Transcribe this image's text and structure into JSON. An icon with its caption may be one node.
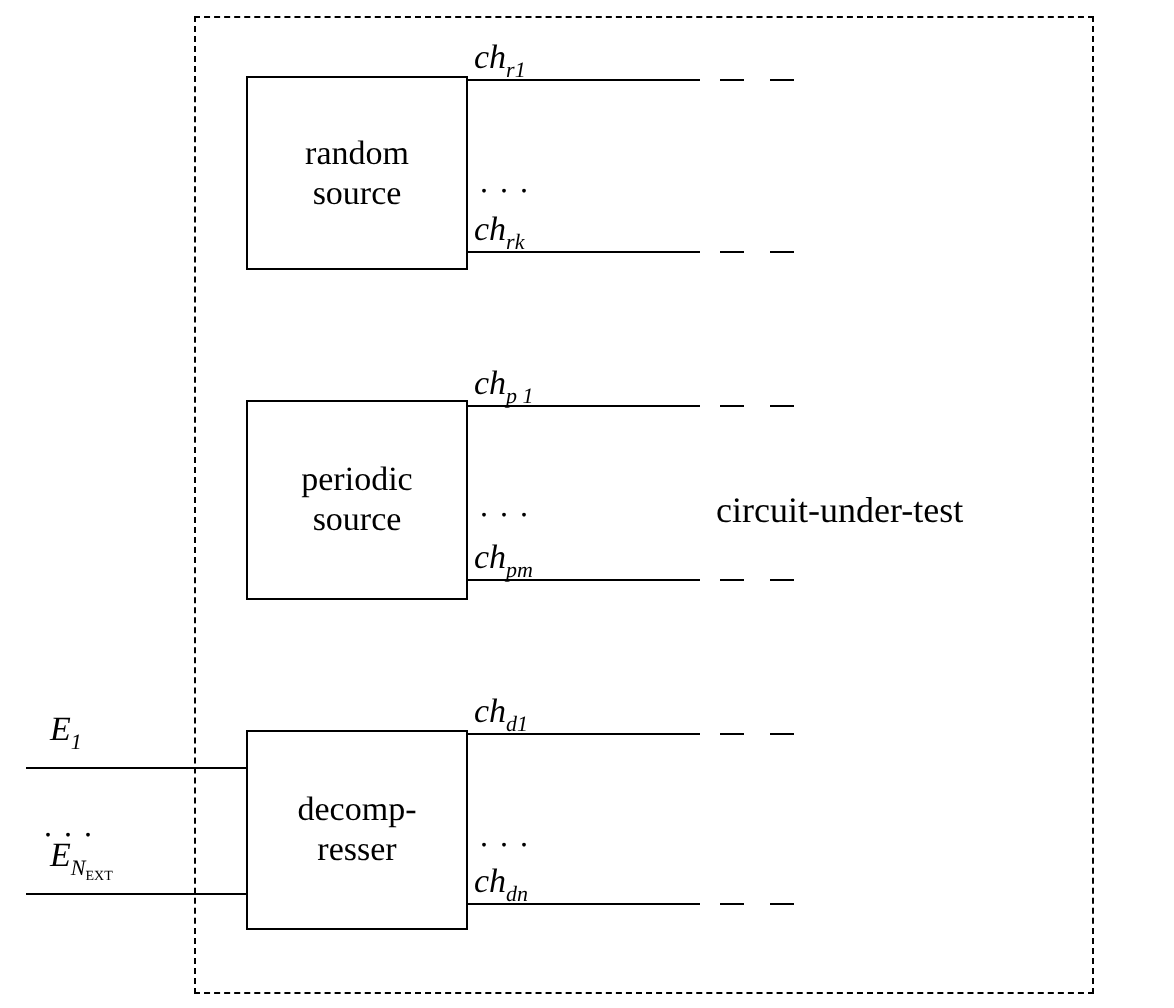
{
  "diagram": {
    "nodes": [
      {
        "text": [
          "circuit-under-test"
        ]
      },
      {
        "text": [
          "random source"
        ],
        "in": 0,
        "beside": [
          ". . ."
        ]
      },
      {
        "text": [
          "periodic source"
        ],
        "in": 0,
        "beside": [
          ". . ."
        ]
      },
      {
        "text": [
          "decomp- resser"
        ],
        "in": 0,
        "beside": [
          ". . ."
        ]
      }
    ],
    "edges": [
      {
        "from": 1,
        "to": null,
        "arrow": "none",
        "label": "ch$_{r1}$"
      },
      {
        "from": 1,
        "to": null,
        "arrow": "none",
        "label": "ch$_{rk}$"
      },
      {
        "from": 2,
        "to": null,
        "arrow": "none",
        "label": "ch$_{p 1}$"
      },
      {
        "from": 2,
        "to": null,
        "arrow": "none",
        "label": "ch$_{pm}$"
      },
      {
        "from": 3,
        "to": null,
        "arrow": "none",
        "label": "ch$_{d1}$"
      },
      {
        "from": 3,
        "to": null,
        "arrow": "none",
        "label": "ch$_{dn}$"
      },
      {
        "from": null,
        "to": 3,
        "arrow": "none",
        "label": "E$_{1}$"
      },
      {
        "from": null,
        "to": 3,
        "arrow": "none",
        "label": "E$_{N}$$_{EXT}$"
      }
    ],
    "labels": [
      ". . ."
    ]
  }
}
